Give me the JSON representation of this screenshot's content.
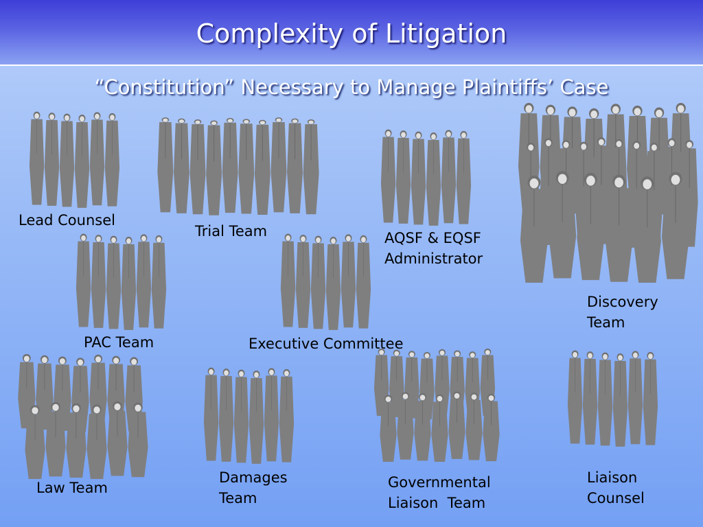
{
  "slide": {
    "title": "Complexity of Litigation",
    "subtitle": "“Constitution” Necessary to Manage Plaintiffs’ Case"
  },
  "colors": {
    "title_bar": "#4a4fe0",
    "background_top": "#b8d0fb",
    "background_bottom": "#74a0f4",
    "figure": "#7f7f7f",
    "title_text": "#ffffff",
    "label_text": "#000000"
  },
  "icons": {
    "group_figure": "people-group-icon"
  },
  "groups": [
    {
      "id": "lead-counsel",
      "label_lines": [
        "Lead Counsel"
      ]
    },
    {
      "id": "trial-team",
      "label_lines": [
        "Trial Team"
      ]
    },
    {
      "id": "aqsf-eqsf-administrator",
      "label_lines": [
        "AQSF & EQSF",
        "Administrator"
      ]
    },
    {
      "id": "discovery-team",
      "label_lines": [
        "Discovery",
        "Team"
      ]
    },
    {
      "id": "pac-team",
      "label_lines": [
        "PAC Team"
      ]
    },
    {
      "id": "executive-committee",
      "label_lines": [
        "Executive Committee"
      ]
    },
    {
      "id": "law-team",
      "label_lines": [
        "Law Team"
      ]
    },
    {
      "id": "damages-team",
      "label_lines": [
        "Damages",
        "Team"
      ]
    },
    {
      "id": "governmental-liaison-team",
      "label_lines": [
        "Governmental",
        "Liaison  Team"
      ]
    },
    {
      "id": "liaison-counsel",
      "label_lines": [
        "Liaison",
        "Counsel"
      ]
    }
  ]
}
